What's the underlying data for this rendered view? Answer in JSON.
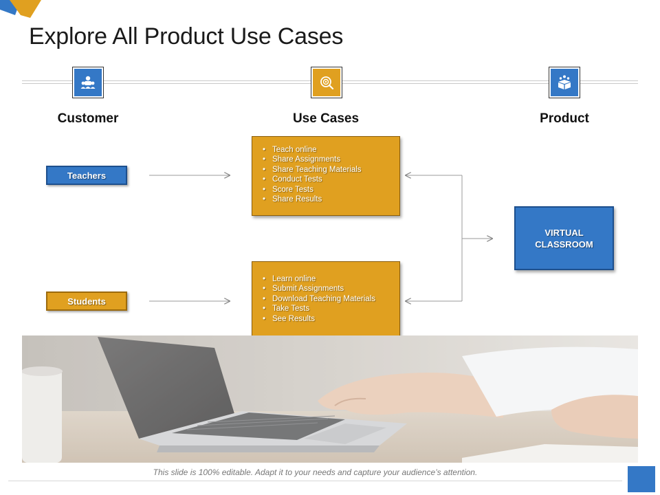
{
  "title": "Explore All Product Use Cases",
  "columns": {
    "customer": "Customer",
    "use_cases": "Use Cases",
    "product": "Product"
  },
  "icons": {
    "customer": "group-people-icon",
    "use_cases": "search-target-icon",
    "product": "box-people-icon"
  },
  "customers": {
    "teachers": "Teachers",
    "students": "Students"
  },
  "use_cases": {
    "teachers": [
      "Teach online",
      "Share Assignments",
      "Share Teaching Materials",
      "Conduct Tests",
      "Score Tests",
      "Share Results"
    ],
    "students": [
      "Learn online",
      "Submit Assignments",
      "Download Teaching Materials",
      "Take Tests",
      "See Results"
    ]
  },
  "product": "VIRTUAL CLASSROOM",
  "footer": "This slide is 100% editable. Adapt it to your needs and capture your audience’s attention.",
  "colors": {
    "blue": "#3478c6",
    "gold": "#e0a020"
  }
}
